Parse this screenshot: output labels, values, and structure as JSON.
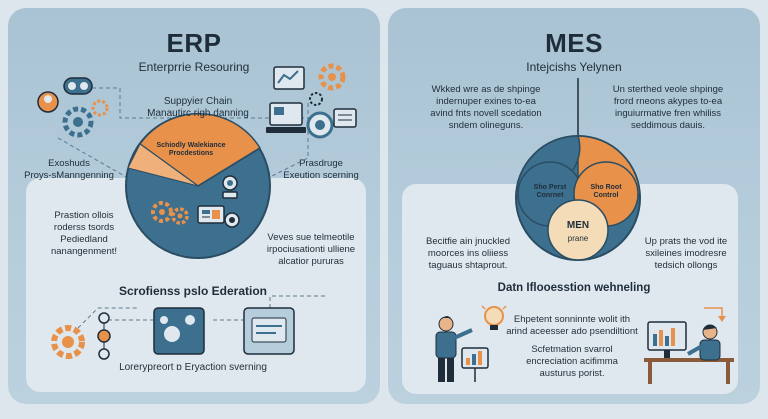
{
  "erp": {
    "title": "ERP",
    "subtitle": "Enterprrie Resouring",
    "supply_line1": "Suppyier Chain",
    "supply_line2": "Manautirc righ danning",
    "pie_label": "Schiodly Walekiance Procdestions",
    "left_line1": "Exoshuds",
    "left_line2": "Proys-sManngenning",
    "right_line1": "Prasdruge",
    "right_line2": "Exeution scerning",
    "inner_left_line1": "Prastion ollois",
    "inner_left_line2": "roderss tsords",
    "inner_left_line3": "Pediedland",
    "inner_left_line4": "nanangenment!",
    "inner_right_line1": "Veves sue telmeotile",
    "inner_right_line2": "irpociusationti ulliene",
    "inner_right_line3": "alcatior pururas",
    "heading": "Scrofienss pslo Ederation",
    "footer": "Lorerypreort ɒ Eryaction sverning"
  },
  "mes": {
    "title": "MES",
    "subtitle": "Intejcishs Yelynen",
    "top_left_line1": "Wkked wre as de shpinge",
    "top_left_line2": "indernuper exines to-ea",
    "top_left_line3": "avind fnts novell scedation",
    "top_left_line4": "sndem olineguns.",
    "top_right_line1": "Un sterthed veole shpinge",
    "top_right_line2": "frord rneons akypes to-ea",
    "top_right_line3": "inguiurmative fren whiliss",
    "top_right_line4": "seddimous dauis.",
    "venn_left_line1": "Sho Perst",
    "venn_left_line2": "Conrnet",
    "venn_right_line1": "Sho Root",
    "venn_right_line2": "Control",
    "venn_center_line1": "MEN",
    "venn_center_line2": "prane",
    "mid_left_line1": "Becitfie ain jnuckled",
    "mid_left_line2": "moorces ins oliiess",
    "mid_left_line3": "taguaus shtaprout.",
    "mid_right_line1": "Up prats the vod ite",
    "mid_right_line2": "sxileines imodresre",
    "mid_right_line3": "tedsich ollongs",
    "heading": "Datn Iflooesstion wehneling",
    "bottom_line1": "Ehpetent sonninnte wolit ith",
    "bottom_line2": "arind aceesser ado psendiltiont",
    "bottom_line3": "Scfetmation svarrol",
    "bottom_line4": "encreciation acifimma",
    "bottom_line5": "austurus porist."
  },
  "colors": {
    "orange": "#e8914a",
    "teal": "#3d6f8f",
    "dark": "#1f2d3a",
    "light_panel": "#dfe8ee",
    "venn_center": "#f3dcb7"
  },
  "icons": [
    "users-icon",
    "gear-icon",
    "chart-window-icon",
    "monitor-icon",
    "pin-icon",
    "lightbulb-icon",
    "person-presenting-icon",
    "person-desk-icon"
  ]
}
